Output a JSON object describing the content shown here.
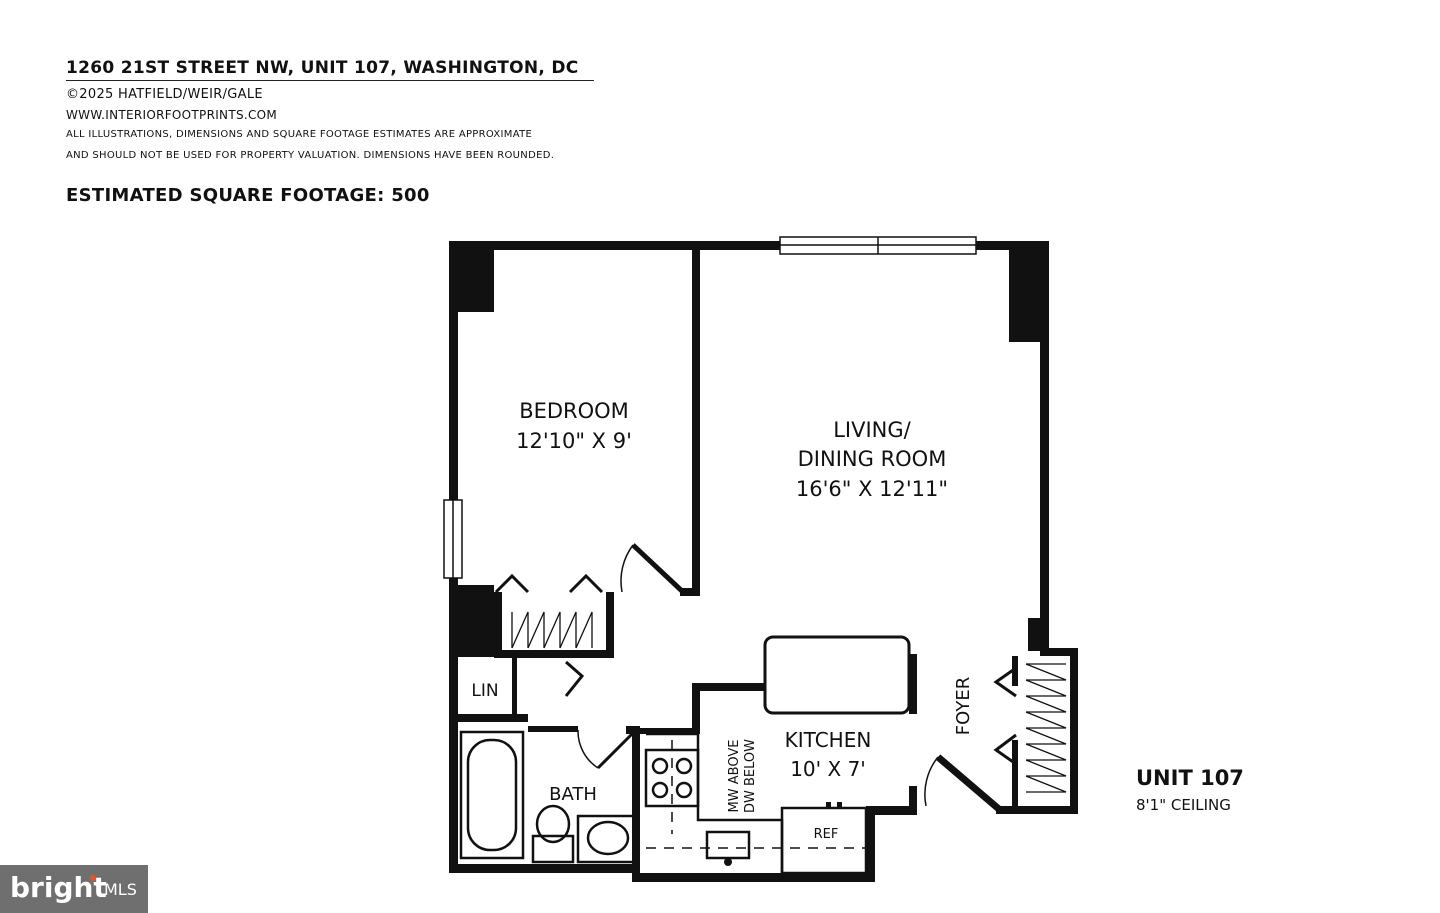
{
  "header": {
    "address": "1260 21ST STREET NW, UNIT 107, WASHINGTON, DC",
    "copyright": "©2025 HATFIELD/WEIR/GALE",
    "website": "WWW.INTERIORFOOTPRINTS.COM",
    "disclaimer_line1": "ALL ILLUSTRATIONS, DIMENSIONS AND SQUARE FOOTAGE ESTIMATES ARE APPROXIMATE",
    "disclaimer_line2": "AND  SHOULD NOT BE USED FOR PROPERTY VALUATION. DIMENSIONS HAVE BEEN ROUNDED.",
    "square_footage": "ESTIMATED SQUARE FOOTAGE: 500"
  },
  "rooms": {
    "bedroom": {
      "name": "BEDROOM",
      "dims": "12'10\" X 9'"
    },
    "living": {
      "name1": "LIVING/",
      "name2": "DINING ROOM",
      "dims": "16'6\" X 12'11\""
    },
    "kitchen": {
      "name": "KITCHEN",
      "dims": "10' X 7'"
    },
    "bath": {
      "name": "BATH"
    },
    "linen": {
      "name": "LIN"
    },
    "foyer": {
      "name": "FOYER"
    },
    "ref": {
      "name": "REF"
    },
    "appliance": {
      "line1": "MW ABOVE",
      "line2": "DW BELOW"
    }
  },
  "unit": {
    "label": "UNIT 107",
    "ceiling": "8'1\" CEILING"
  },
  "logo": {
    "brand": "bright",
    "suffix": "MLS",
    "accent_color": "#e8542a"
  }
}
